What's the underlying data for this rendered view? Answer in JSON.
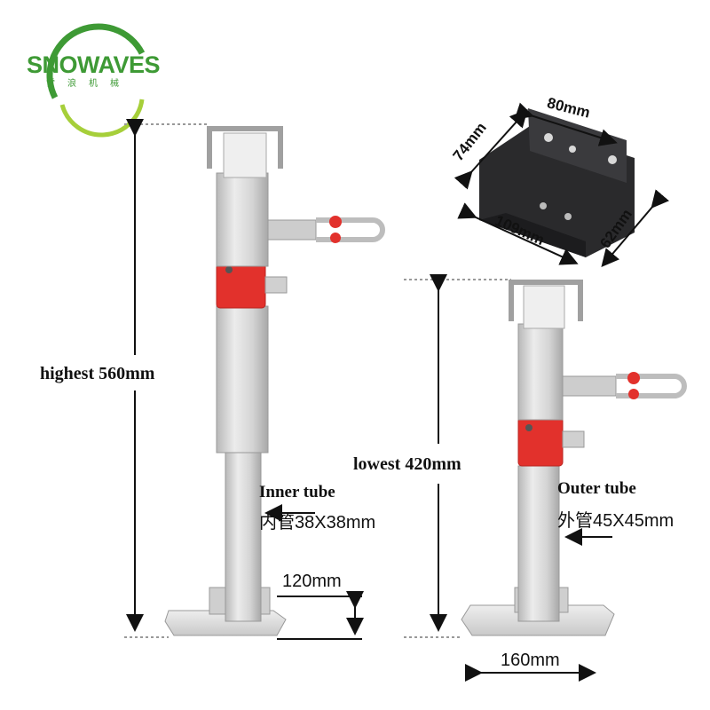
{
  "brand": {
    "name": "SNOWAVES",
    "subtitle_cn": "雪浪机械",
    "color": "#3e9a35"
  },
  "jack_tall": {
    "height_label": "highest 560mm",
    "tube_title": "Inner tube",
    "tube_spec": "内管38X38mm",
    "base_height_label": "120mm"
  },
  "jack_short": {
    "height_label": "lowest 420mm",
    "tube_title": "Outer tube",
    "tube_spec": "外管45X45mm",
    "base_width_label": "160mm"
  },
  "bracket": {
    "width_label": "80mm",
    "depth_label": "74mm",
    "length_label": "109mm",
    "height_label": "62mm",
    "color": "#2a2a2c"
  },
  "colors": {
    "steel": "#d9d9d9",
    "steel_dark": "#a9a9a9",
    "clamp_red": "#e2312c",
    "line": "#111111"
  }
}
